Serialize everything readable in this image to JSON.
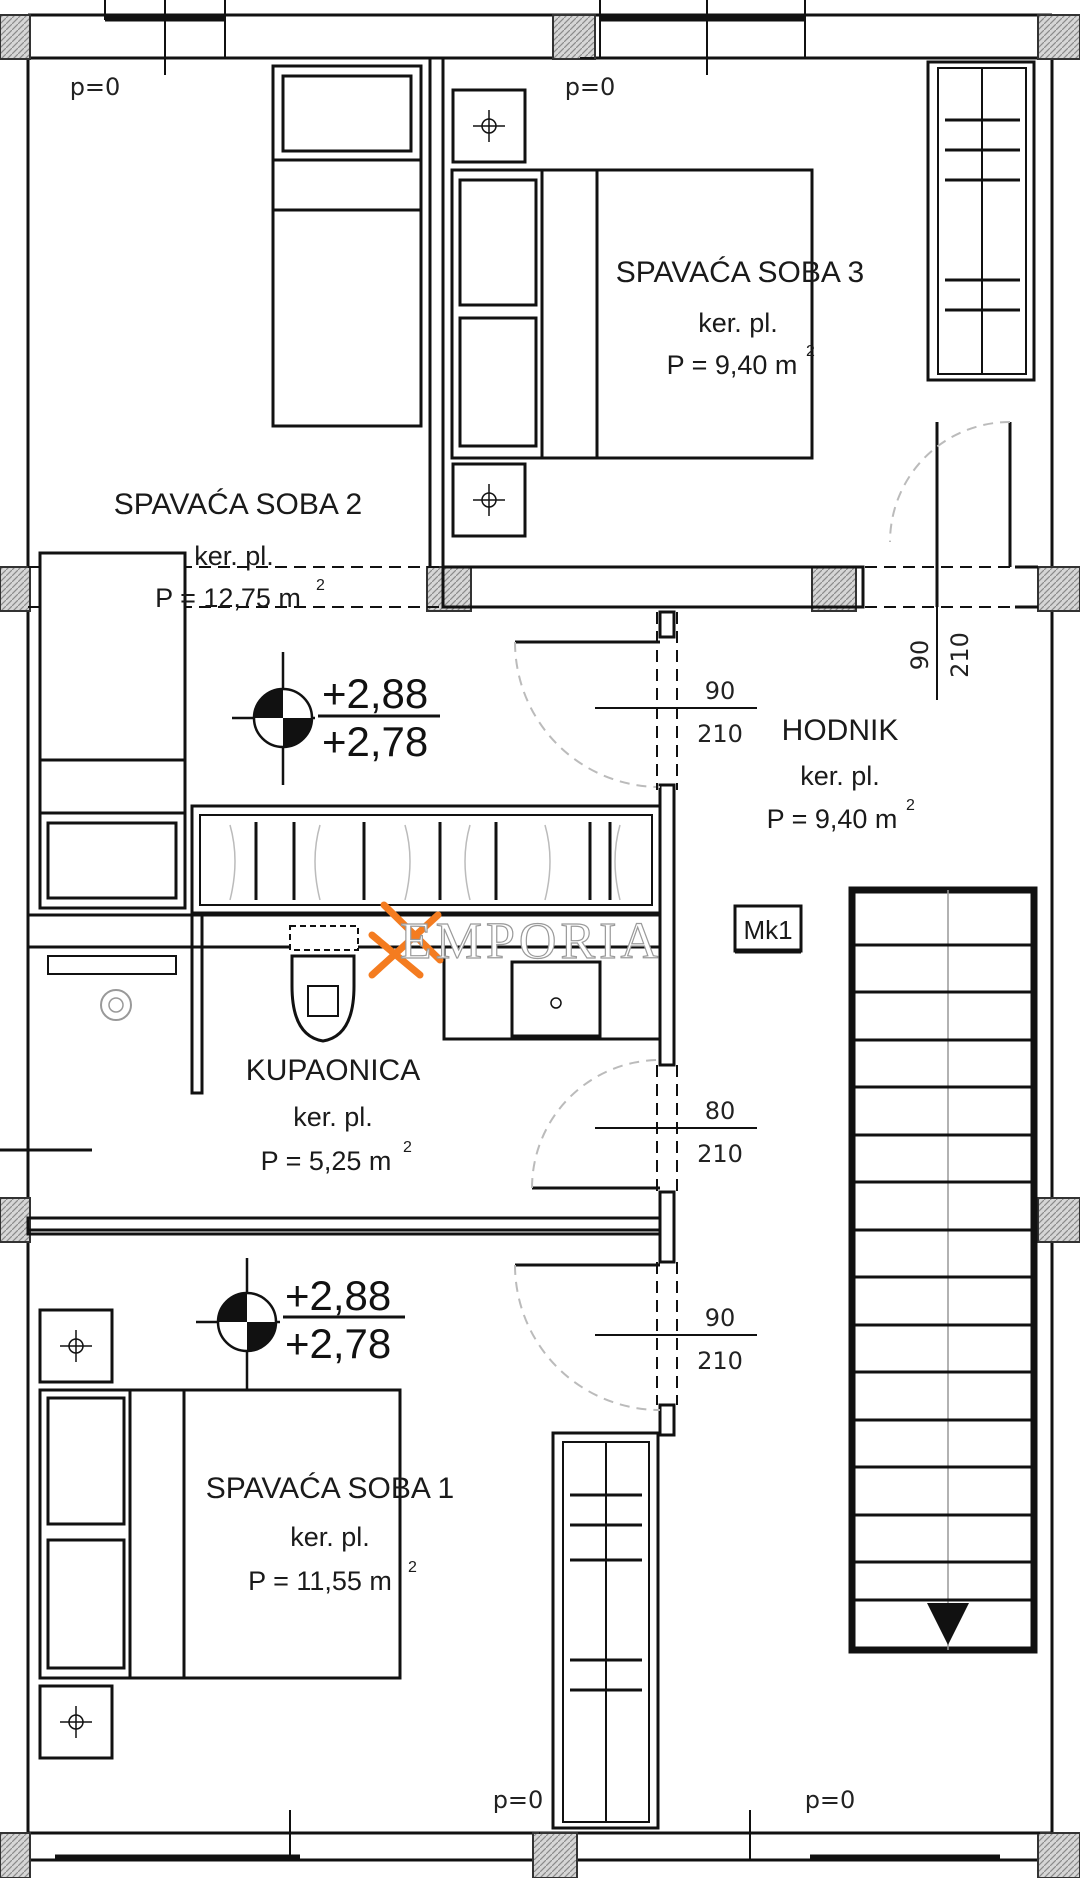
{
  "rooms": [
    {
      "id": "spavaca_soba_3",
      "name": "SPAVAĆA SOBA 3",
      "floor": "ker. pl.",
      "area": "P = 9,40 m",
      "sup": "2"
    },
    {
      "id": "spavaca_soba_2",
      "name": "SPAVAĆA SOBA 2",
      "floor": "ker. pl.",
      "area": "P = 12,75 m",
      "sup": "2"
    },
    {
      "id": "hodnik",
      "name": "HODNIK",
      "floor": "ker. pl.",
      "area": "P = 9,40 m",
      "sup": "2"
    },
    {
      "id": "kupaonica",
      "name": "KUPAONICA",
      "floor": "ker. pl.",
      "area": "P = 5,25 m",
      "sup": "2"
    },
    {
      "id": "spavaca_soba_1",
      "name": "SPAVAĆA SOBA 1",
      "floor": "ker. pl.",
      "area": "P = 11,55 m",
      "sup": "2"
    }
  ],
  "levels": [
    {
      "upper": "+2,88",
      "lower": "+2,78"
    },
    {
      "upper": "+2,88",
      "lower": "+2,78"
    }
  ],
  "doors": [
    {
      "width": "90",
      "height": "210"
    },
    {
      "width": "90",
      "height": "210"
    },
    {
      "width": "80",
      "height": "210"
    },
    {
      "width": "90",
      "height": "210"
    }
  ],
  "parapets": [
    "p=0",
    "p=0",
    "p=0",
    "p=0"
  ],
  "tag": "Mk1",
  "watermark": "EMPORIA",
  "colors": {
    "wall": "#111111",
    "hatch": "#9a9a9a",
    "watermark_accent": "#f47c20",
    "background": "#ffffff"
  }
}
